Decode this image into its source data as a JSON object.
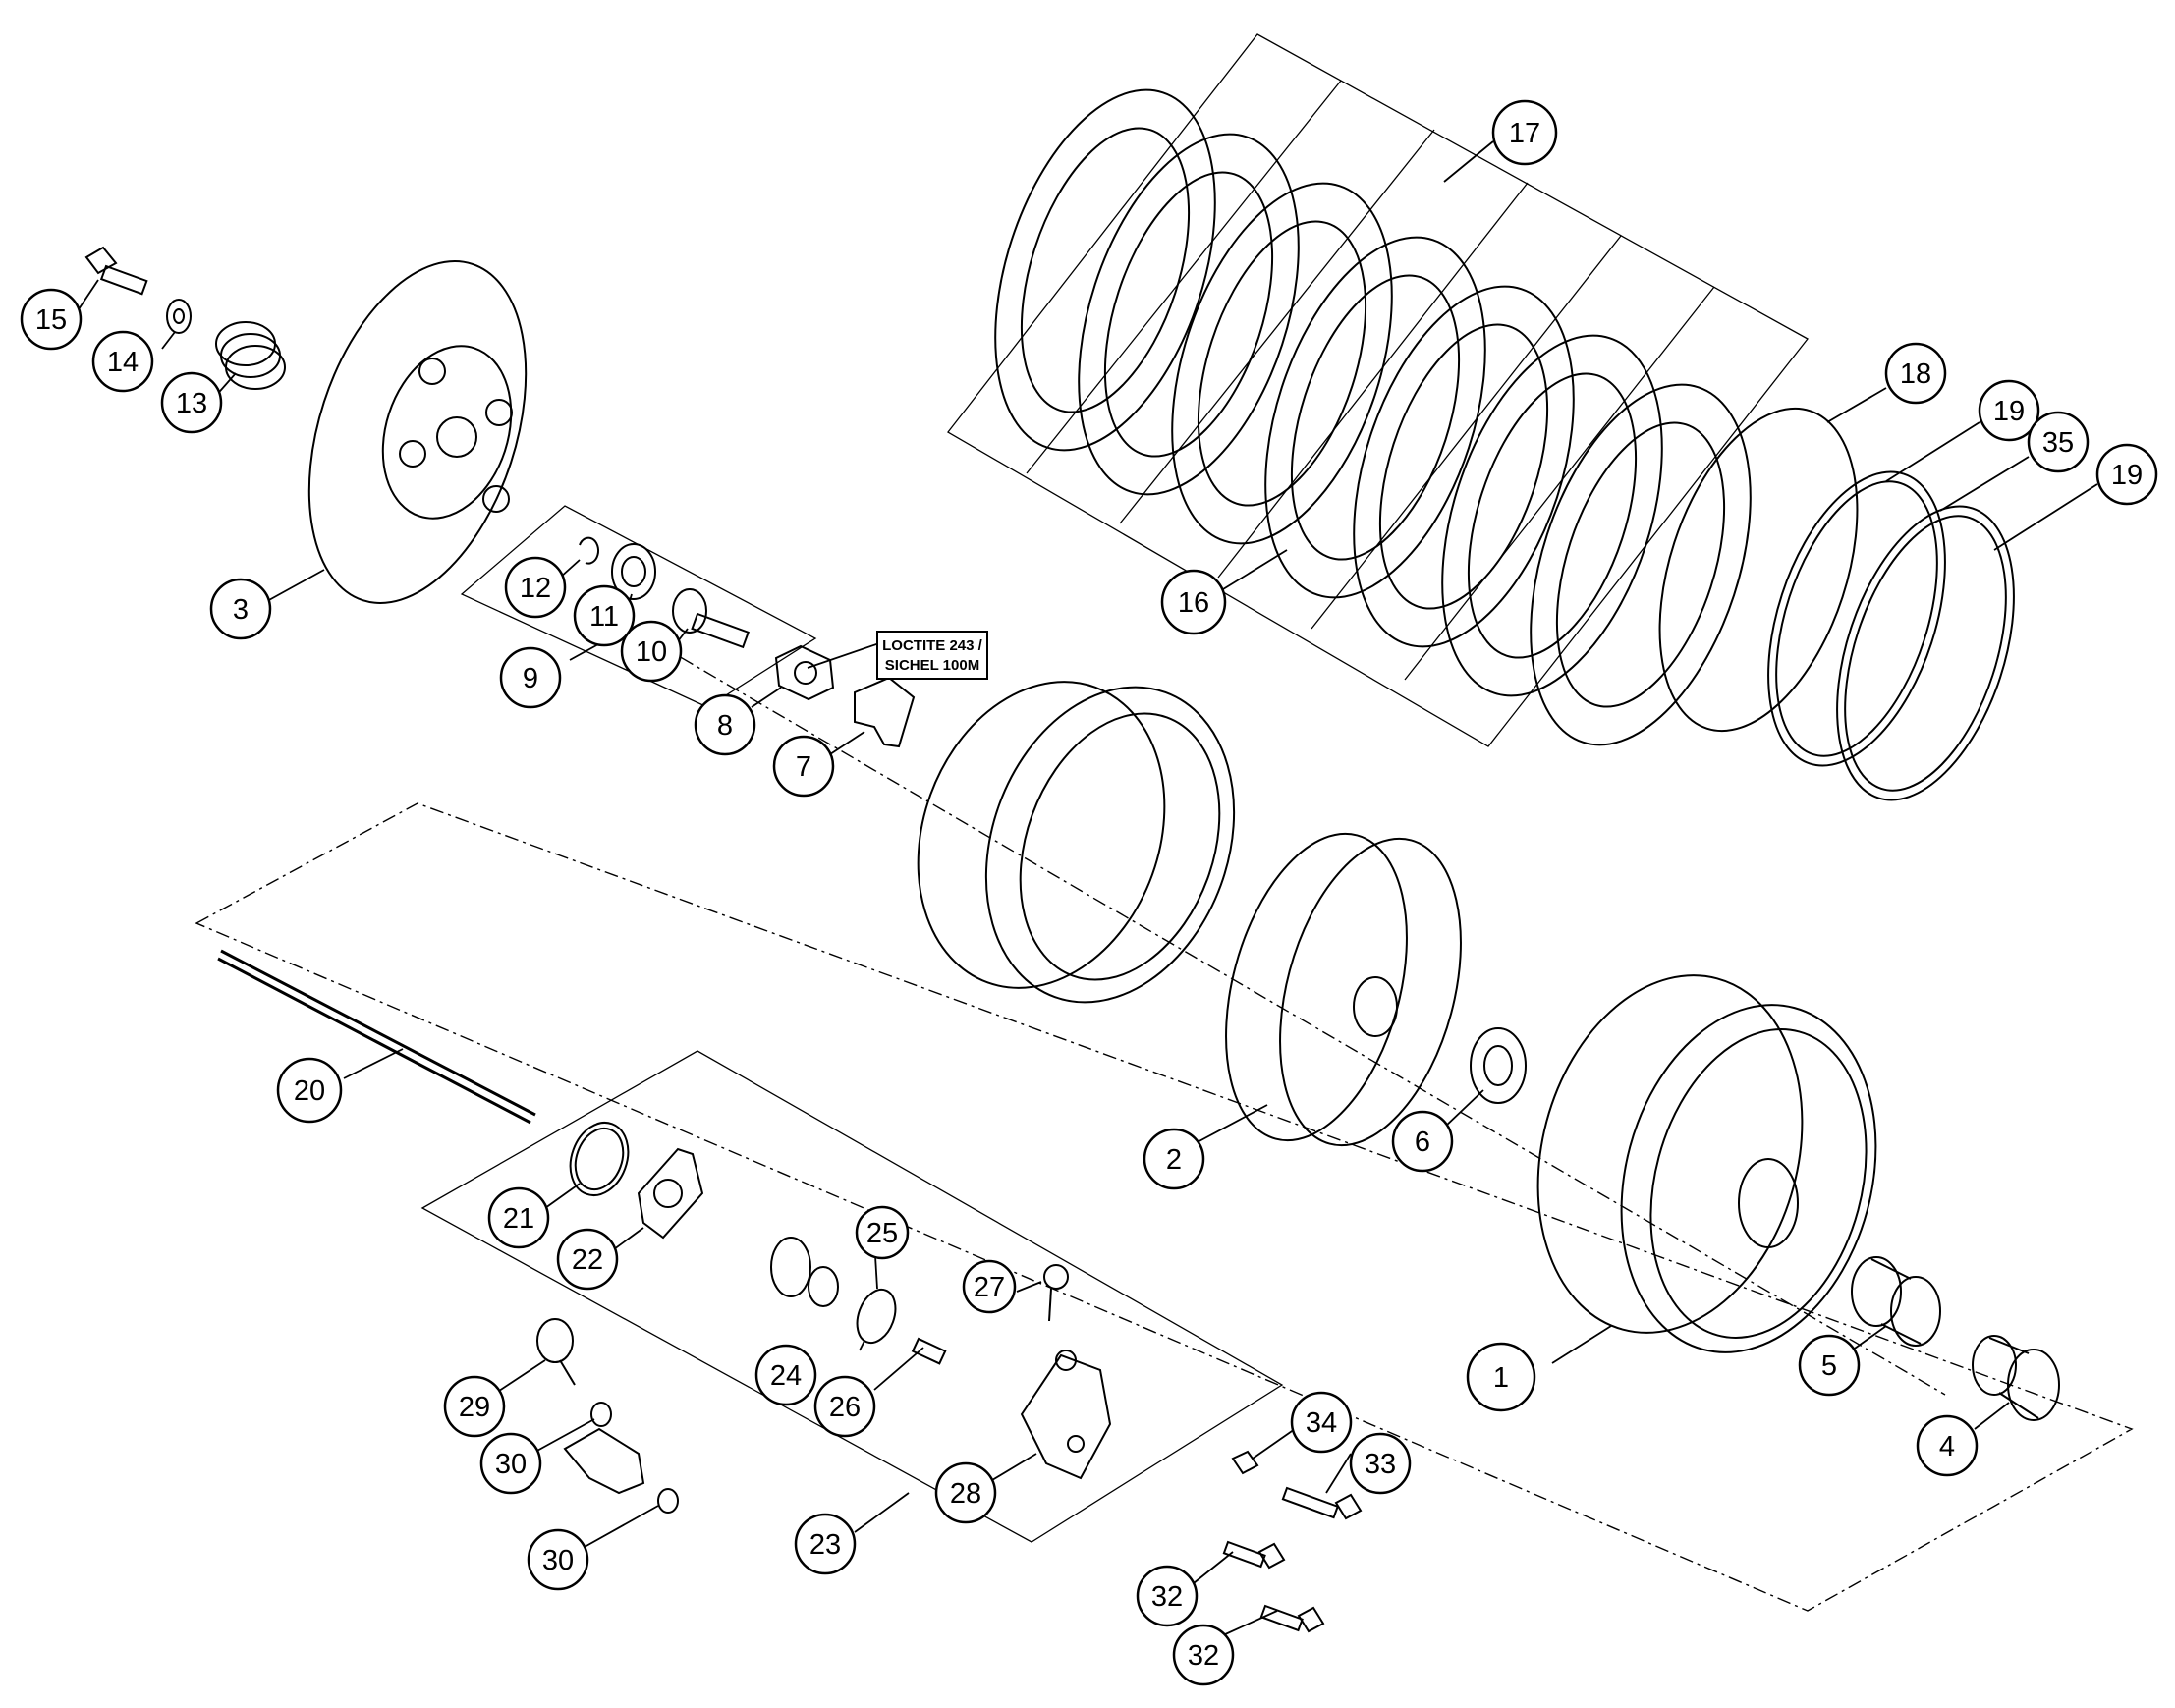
{
  "callouts": [
    {
      "id": "p1",
      "label": "1"
    },
    {
      "id": "p2",
      "label": "2"
    },
    {
      "id": "p3",
      "label": "3"
    },
    {
      "id": "p4",
      "label": "4"
    },
    {
      "id": "p5",
      "label": "5"
    },
    {
      "id": "p6",
      "label": "6"
    },
    {
      "id": "p7",
      "label": "7"
    },
    {
      "id": "p8",
      "label": "8"
    },
    {
      "id": "p9",
      "label": "9"
    },
    {
      "id": "p10",
      "label": "10"
    },
    {
      "id": "p11",
      "label": "11"
    },
    {
      "id": "p12",
      "label": "12"
    },
    {
      "id": "p13",
      "label": "13"
    },
    {
      "id": "p14",
      "label": "14"
    },
    {
      "id": "p15",
      "label": "15"
    },
    {
      "id": "p16",
      "label": "16"
    },
    {
      "id": "p17",
      "label": "17"
    },
    {
      "id": "p18",
      "label": "18"
    },
    {
      "id": "p19a",
      "label": "19"
    },
    {
      "id": "p35",
      "label": "35"
    },
    {
      "id": "p19b",
      "label": "19"
    },
    {
      "id": "p20",
      "label": "20"
    },
    {
      "id": "p21",
      "label": "21"
    },
    {
      "id": "p22",
      "label": "22"
    },
    {
      "id": "p23",
      "label": "23"
    },
    {
      "id": "p24",
      "label": "24"
    },
    {
      "id": "p25",
      "label": "25"
    },
    {
      "id": "p26",
      "label": "26"
    },
    {
      "id": "p27",
      "label": "27"
    },
    {
      "id": "p28",
      "label": "28"
    },
    {
      "id": "p29",
      "label": "29"
    },
    {
      "id": "p30a",
      "label": "30"
    },
    {
      "id": "p30b",
      "label": "30"
    },
    {
      "id": "p32a",
      "label": "32"
    },
    {
      "id": "p32b",
      "label": "32"
    },
    {
      "id": "p33",
      "label": "33"
    },
    {
      "id": "p34",
      "label": "34"
    }
  ],
  "note": {
    "line1": "LOCTITE 243 /",
    "line2": "SICHEL 100M"
  }
}
